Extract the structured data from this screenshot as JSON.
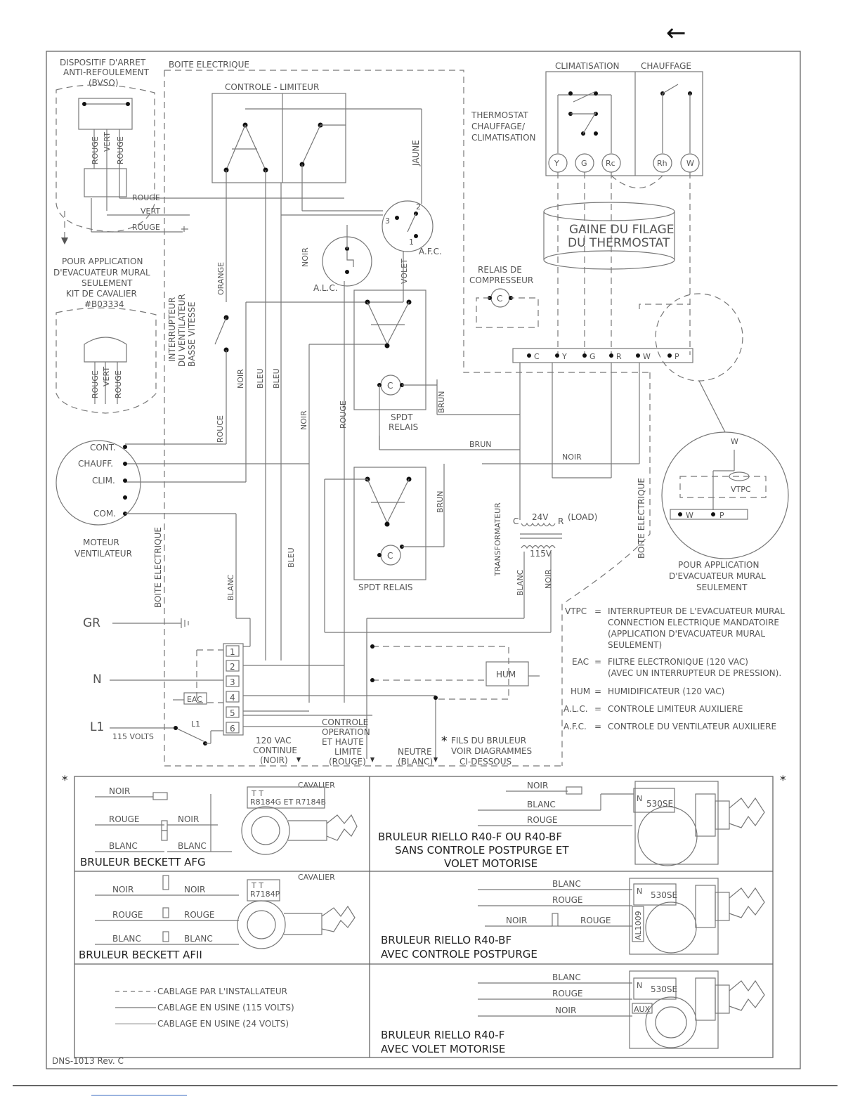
{
  "top_arrow": "←",
  "bvso": {
    "line1": "DISPOSITIF D'ARRET",
    "line2": "ANTI-REFOULEMENT",
    "line3": "(BVSO)",
    "wire_rouge": "ROUGE",
    "wire_vert": "VERT"
  },
  "boite_electrique_top": "BOITE ELECTRIQUE",
  "boite_electrique_left": "BOITE ELECTRIQUE",
  "boite_electrique_right": "BOITE ELECTRIQUE",
  "controle_limiteur": "CONTROLE  -  LIMITEUR",
  "jaune": "JAUNE",
  "thermostat": {
    "line1": "THERMOSTAT",
    "line2": "CHAUFFAGE/",
    "line3": "CLIMATISATION",
    "climatisation": "CLIMATISATION",
    "chauffage": "CHAUFFAGE",
    "terminals": [
      "Y",
      "G",
      "Rc",
      "Rh",
      "W"
    ]
  },
  "gaine": {
    "line1": "GAINE DU FILAGE",
    "line2": "DU THERMOSTAT"
  },
  "wires": {
    "rouge": "ROUGE",
    "vert": "VERT",
    "rouge2": "ROUGE",
    "orange": "ORANGE",
    "noir": "NOIR",
    "bleu": "BLEU",
    "rouge3": "ROUCE",
    "volet": "VOLET",
    "brun": "BRUN",
    "blanc": "BLANC"
  },
  "afc": {
    "label": "A.F.C.",
    "n1": "1",
    "n2": "2",
    "n3": "3"
  },
  "alc": "A.L.C.",
  "pour_app": {
    "line1": "POUR APPLICATION",
    "line2": "D'EVACUATEUR MURAL",
    "line3": "SEULEMENT",
    "line4": "KIT DE CAVALIER",
    "line5": "#B03334"
  },
  "interrupteur": {
    "line1": "INTERRUPTEUR",
    "line2": "DU VENTILATEUR",
    "line3": "BASSE VITESSE"
  },
  "relais_comp": {
    "line1": "RELAIS DE",
    "line2": "COMPRESSEUR",
    "c": "C"
  },
  "terminal_strip": [
    "C",
    "Y",
    "G",
    "R",
    "W",
    "P"
  ],
  "spdt_relais": {
    "line1": "SPDT",
    "line2": "RELAIS",
    "single": "SPDT RELAIS"
  },
  "motor": {
    "cont": "CONT.",
    "chauff": "CHAUFF.",
    "clim": "CLIM.",
    "com": "COM.",
    "title1": "MOTEUR",
    "title2": "VENTILATEUR"
  },
  "transformer": {
    "label": "TRANSFORMATEUR",
    "v24": "24V",
    "v115": "115V",
    "c": "C",
    "r": "R",
    "load": "(LOAD)"
  },
  "vtpc_circle": {
    "w": "W",
    "vtpc": "VTPC",
    "pw": "W",
    "pp": "P",
    "line1": "POUR APPLICATION",
    "line2": "D'EVACUATEUR MURAL",
    "line3": "SEULEMENT"
  },
  "power": {
    "gr": "GR",
    "n": "N",
    "l1": "L1",
    "l1small": "L1",
    "volts": "115 VOLTS",
    "eac": "EAC",
    "hum": "HUM",
    "terminals": [
      "1",
      "2",
      "3",
      "4",
      "5",
      "6"
    ]
  },
  "legend_defs": [
    {
      "abbr": "VTPC",
      "text": "INTERRUPTEUR DE L'EVACUATEUR MURAL"
    },
    {
      "abbr": "",
      "text": "CONNECTION ELECTRIQUE MANDATOIRE"
    },
    {
      "abbr": "",
      "text": "(APPLICATION D'EVACUATEUR MURAL"
    },
    {
      "abbr": "",
      "text": "SEULEMENT)"
    },
    {
      "abbr": "EAC",
      "text": "FILTRE ELECTRONIQUE (120 VAC)"
    },
    {
      "abbr": "",
      "text": "(AVEC UN INTERRUPTEUR DE PRESSION)."
    },
    {
      "abbr": "HUM",
      "text": "HUMIDIFICATEUR (120 VAC)"
    },
    {
      "abbr": "A.L.C.",
      "text": "CONTROLE LIMITEUR AUXILIERE"
    },
    {
      "abbr": "A.F.C.",
      "text": "CONTROLE DU VENTILATEUR AUXILIERE"
    }
  ],
  "bottom_labels": {
    "vac1": "120 VAC",
    "vac2": "CONTINUE",
    "vac3": "(NOIR)",
    "ctrl1": "CONTROLE",
    "ctrl2": "OPERATION",
    "ctrl3": "ET HAUTE",
    "ctrl4": "LIMITE",
    "ctrl5": "(ROUGE)",
    "neutre1": "NEUTRE",
    "neutre2": "(BLANC)",
    "fils1": "FILS DU BRULEUR",
    "fils2": "VOIR DIAGRAMMES",
    "fils3": "CI-DESSOUS",
    "star": "*"
  },
  "burners": {
    "afg": {
      "title": "BRULEUR BECKETT AFG",
      "noir": "NOIR",
      "rouge": "ROUGE",
      "noir2": "NOIR",
      "blanc": "BLANC",
      "blanc2": "BLANC",
      "cavalier": "CAVALIER",
      "model": "R8184G ET R7184B",
      "tt": "T T"
    },
    "afii": {
      "title": "BRULEUR BECKETT AFII",
      "noir": "NOIR",
      "noir2": "NOIR",
      "rouge": "ROUGE",
      "rouge2": "ROUGE",
      "blanc": "BLANC",
      "blanc2": "BLANC",
      "cavalier": "CAVALIER",
      "model": "R7184P",
      "tt": "T T"
    },
    "r40_nopost": {
      "line1": "BRULEUR RIELLO R40-F OU R40-BF",
      "line2": "SANS CONTROLE POSTPURGE ET",
      "line3": "VOLET MOTORISE",
      "noir": "NOIR",
      "blanc": "BLANC",
      "rouge": "ROUGE",
      "model": "530SE",
      "n": "N"
    },
    "r40_bf": {
      "line1": "BRULEUR RIELLO R40-BF",
      "line2": "AVEC CONTROLE POSTPURGE",
      "blanc": "BLANC",
      "rouge": "ROUGE",
      "noir": "NOIR",
      "rouge2": "ROUGE",
      "model": "530SE",
      "al": "AL1009",
      "n": "N"
    },
    "r40_f": {
      "line1": "BRULEUR RIELLO R40-F",
      "line2": "AVEC VOLET MOTORISE",
      "blanc": "BLANC",
      "rouge": "ROUGE",
      "noir": "NOIR",
      "model": "530SE",
      "aux": "AUX",
      "n": "N"
    }
  },
  "star": "*",
  "wiring_legend": [
    "CABLAGE PAR L'INSTALLATEUR",
    "CABLAGE EN USINE (115 VOLTS)",
    "CABLAGE EN USINE (24 VOLTS)"
  ],
  "doc_ref": "DNS-1013 Rev. C"
}
